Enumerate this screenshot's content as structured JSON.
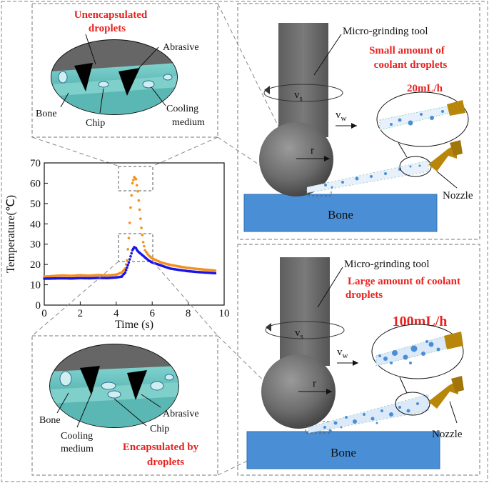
{
  "top_inset": {
    "unencapsulated_line1": "Unencapsulated",
    "unencapsulated_line2": "droplets",
    "abrasive": "Abrasive",
    "bone": "Bone",
    "chip": "Chip",
    "cooling_line1": "Cooling",
    "cooling_line2": "medium"
  },
  "bottom_inset": {
    "bone": "Bone",
    "abrasive": "Abrasive",
    "chip": "Chip",
    "cooling_line1": "Cooling",
    "cooling_line2": "medium",
    "encapsulated_line1": "Encapsulated by",
    "encapsulated_line2": "droplets"
  },
  "top_panel": {
    "tool_label": "Micro-grinding tool",
    "flow_line1": "Small amount of",
    "flow_line2": "coolant droplets",
    "flow_rate": "20mL/h",
    "vs_main": "v",
    "vs_sub": "s",
    "vw_main": "v",
    "vw_sub": "w",
    "radius": "r",
    "nozzle": "Nozzle",
    "bone": "Bone"
  },
  "bottom_panel": {
    "tool_label": "Micro-grinding tool",
    "flow_line1": "Large amount of coolant",
    "flow_line2": "droplets",
    "flow_rate": "100mL/h",
    "vs_main": "v",
    "vs_sub": "s",
    "vw_main": "v",
    "vw_sub": "w",
    "radius": "r",
    "nozzle": "Nozzle",
    "bone": "Bone"
  },
  "colors": {
    "red_text": "#e8231f",
    "orange_series": "#f5901e",
    "blue_series": "#1a14e6",
    "bone_blue": "#4a8fd6",
    "nozzle_gold": "#b8860b",
    "tool_gray": "#6a6a6a",
    "coolant_teal": "#2fa3a0"
  },
  "chart_data": {
    "type": "scatter",
    "xlabel": "Time (s)",
    "ylabel": "Temperature(℃)",
    "xlim": [
      0,
      10
    ],
    "ylim": [
      0,
      70
    ],
    "x_ticks": [
      0,
      2,
      4,
      6,
      8,
      10
    ],
    "y_ticks": [
      0,
      10,
      20,
      30,
      40,
      50,
      60,
      70
    ],
    "series": [
      {
        "color": "#f5901e",
        "x": [
          0,
          0.5,
          1,
          1.5,
          2,
          2.5,
          3,
          3.5,
          4,
          4.3,
          4.5,
          4.6,
          4.7,
          4.8,
          4.9,
          5.0,
          5.1,
          5.2,
          5.3,
          5.4,
          5.5,
          5.6,
          5.8,
          6.0,
          6.5,
          7,
          7.5,
          8,
          8.5,
          9,
          9.5
        ],
        "y": [
          14,
          14.3,
          14.6,
          14.4,
          14.7,
          14.5,
          14.8,
          14.6,
          15,
          16,
          18,
          22,
          33,
          48,
          60,
          63,
          62,
          56,
          47,
          38,
          31,
          27,
          24.5,
          23,
          21,
          19.8,
          19,
          18.3,
          17.8,
          17.4,
          17
        ]
      },
      {
        "color": "#1a14e6",
        "x": [
          0,
          0.5,
          1,
          1.5,
          2,
          2.5,
          3,
          3.5,
          4,
          4.3,
          4.5,
          4.6,
          4.7,
          4.8,
          4.9,
          5.0,
          5.1,
          5.2,
          5.4,
          5.6,
          5.8,
          6.0,
          6.5,
          7,
          7.5,
          8,
          8.5,
          9,
          9.5
        ],
        "y": [
          13,
          13.1,
          13.2,
          13.1,
          13.3,
          13.2,
          13.4,
          13.3,
          13.6,
          14,
          16,
          18.5,
          21,
          24,
          27,
          28.5,
          28,
          26.5,
          25,
          23.5,
          22,
          21,
          19.5,
          18,
          17.3,
          16.7,
          16.3,
          16,
          15.7
        ]
      }
    ]
  }
}
